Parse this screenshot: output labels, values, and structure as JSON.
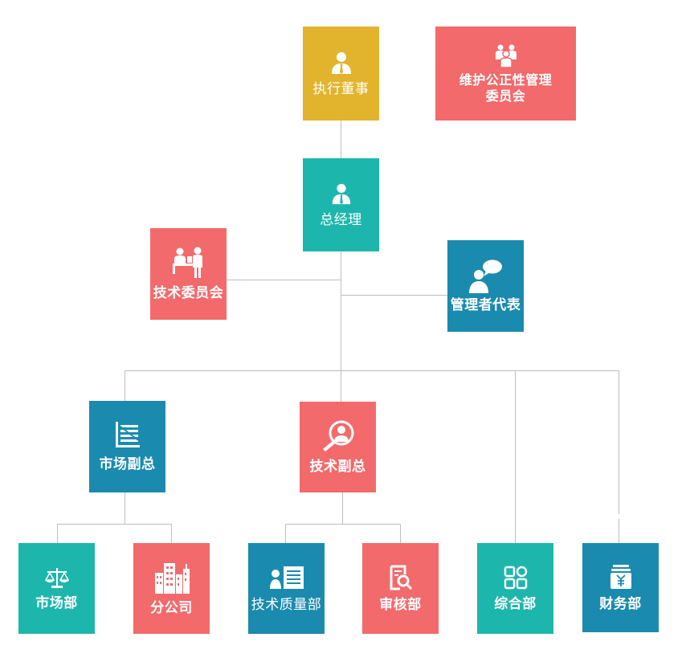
{
  "colors": {
    "gold": "#E2B32D",
    "coral": "#F26A6C",
    "teal": "#1DB6AD",
    "blue": "#1A8BAE",
    "line": "#BDBDBD"
  },
  "nodes": {
    "executive_director": {
      "label": "执行董事",
      "icon": "person-icon"
    },
    "fairness_committee": {
      "label": "维护公正性管理委员会",
      "icon": "group-icon"
    },
    "general_manager": {
      "label": "总经理",
      "icon": "person-icon"
    },
    "tech_committee": {
      "label": "技术委员会",
      "icon": "meeting-icon"
    },
    "management_rep": {
      "label": "管理者代表",
      "icon": "chat-person-icon"
    },
    "marketing_vp": {
      "label": "市场副总",
      "icon": "report-icon"
    },
    "tech_vp": {
      "label": "技术副总",
      "icon": "search-person-icon"
    },
    "marketing_dept": {
      "label": "市场部",
      "icon": "scale-icon"
    },
    "branch_company": {
      "label": "分公司",
      "icon": "buildings-icon"
    },
    "tech_quality_dept": {
      "label": "技术质量部",
      "icon": "person-list-icon"
    },
    "audit_dept": {
      "label": "审核部",
      "icon": "document-search-icon"
    },
    "general_dept": {
      "label": "综合部",
      "icon": "grid-icon"
    },
    "finance_dept": {
      "label": "财务部",
      "icon": "yuan-box-icon"
    }
  }
}
